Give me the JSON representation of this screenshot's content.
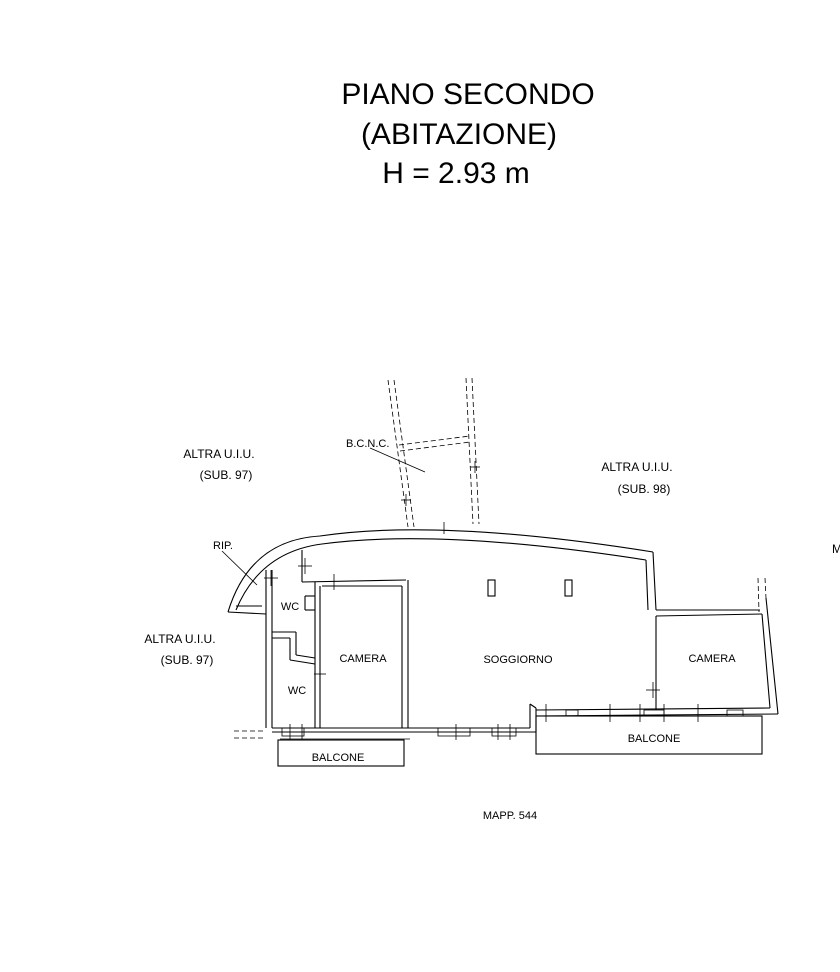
{
  "header": {
    "line1": "PIANO SECONDO",
    "line2": "(ABITAZIONE)",
    "line3": "H = 2.93 m"
  },
  "neighbours": {
    "left_top": {
      "line1": "ALTRA U.I.U.",
      "line2": "(SUB. 97)"
    },
    "right_top": {
      "line1": "ALTRA U.I.U.",
      "line2": "(SUB. 98)"
    },
    "left_mid": {
      "line1": "ALTRA U.I.U.",
      "line2": "(SUB. 97)"
    },
    "edge_cut": "M"
  },
  "common": {
    "bcnc": "B.C.N.C.",
    "rip": "RIP."
  },
  "rooms": {
    "wc_upper": "WC",
    "wc_lower": "WC",
    "camera_left": "CAMERA",
    "soggiorno": "SOGGIORNO",
    "camera_right": "CAMERA",
    "balcone_left": "BALCONE",
    "balcone_right": "BALCONE"
  },
  "footer": {
    "mapp": "MAPP. 544"
  }
}
